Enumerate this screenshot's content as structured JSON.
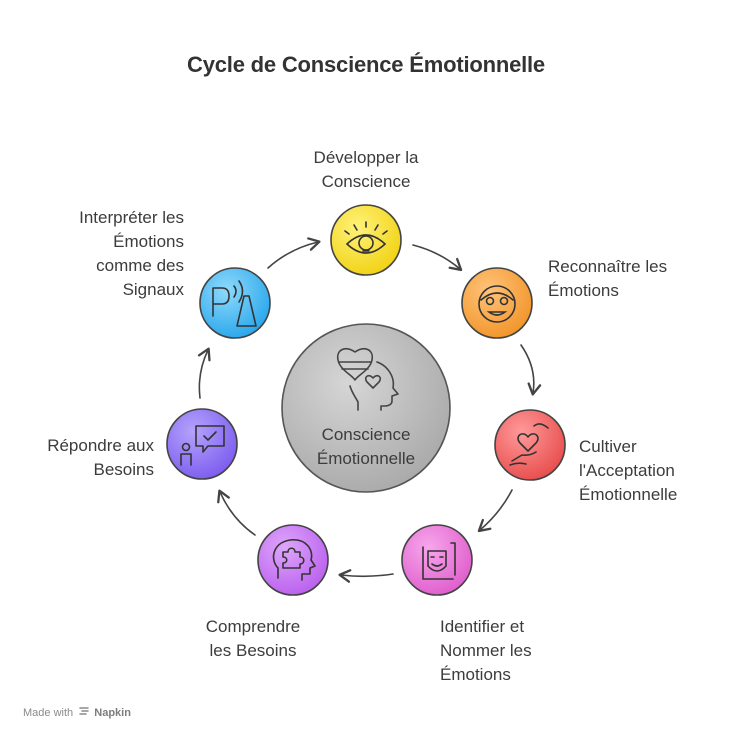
{
  "title": "Cycle de Conscience Émotionnelle",
  "center": {
    "lines": [
      "Conscience",
      "Émotionnelle"
    ],
    "icon": "heart-head-icon"
  },
  "steps": [
    {
      "lines": [
        "Développer la",
        "Conscience"
      ],
      "icon": "eye-lightbulb-icon",
      "color": "#f5dc22"
    },
    {
      "lines": [
        "Reconnaître les",
        "Émotions"
      ],
      "icon": "face-icon",
      "color": "#f5a13c"
    },
    {
      "lines": [
        "Cultiver",
        "l'Acceptation",
        "Émotionnelle"
      ],
      "icon": "hand-heart-icon",
      "color": "#ee5f5f"
    },
    {
      "lines": [
        "Identifier et",
        "Nommer les",
        "Émotions"
      ],
      "icon": "mask-frame-icon",
      "color": "#e66ed4"
    },
    {
      "lines": [
        "Comprendre",
        "les Besoins"
      ],
      "icon": "puzzle-head-icon",
      "color": "#c46ff0"
    },
    {
      "lines": [
        "Répondre aux",
        "Besoins"
      ],
      "icon": "person-chat-icon",
      "color": "#8b6cf0"
    },
    {
      "lines": [
        "Interpréter les",
        "Émotions",
        "comme des",
        "Signaux"
      ],
      "icon": "signal-cone-icon",
      "color": "#3bb3f0"
    }
  ],
  "footer": {
    "prefix": "Made with",
    "brand": "Napkin"
  }
}
